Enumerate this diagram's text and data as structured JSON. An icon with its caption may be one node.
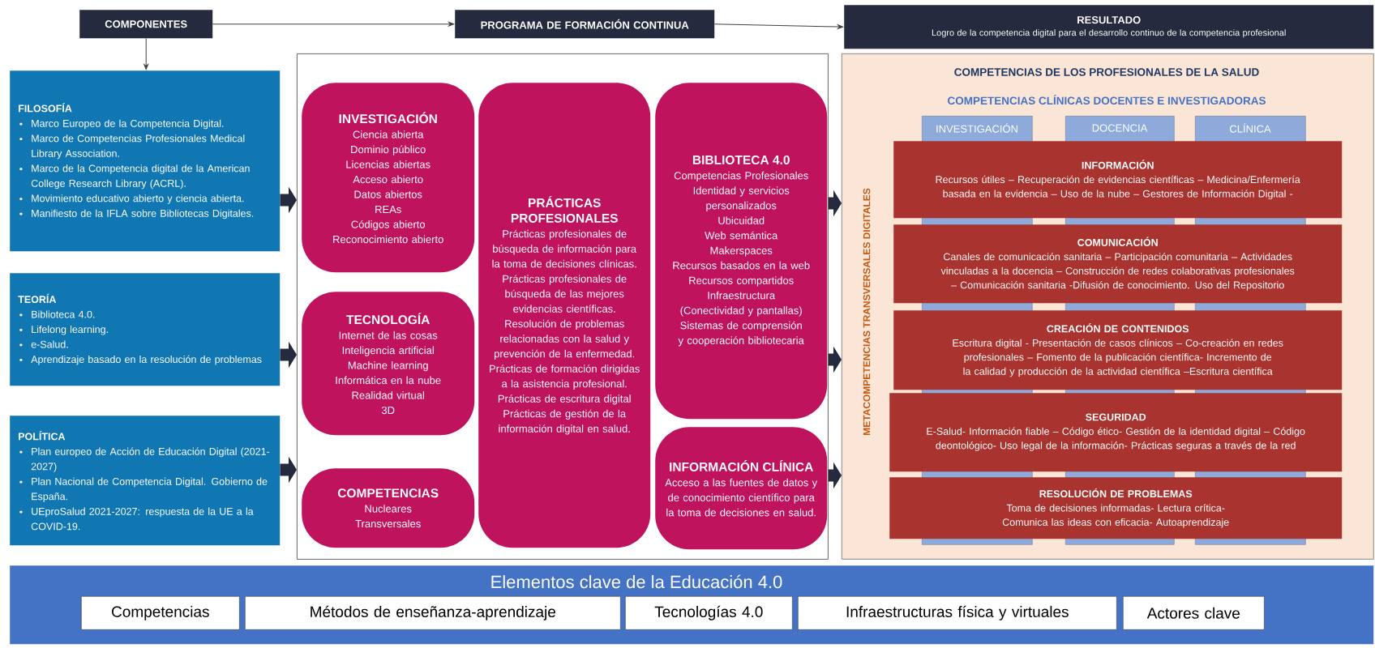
{
  "diagram": {
    "nodes": [
      {
        "text": [
          "COMPONENTES"
        ]
      },
      {
        "text": [
          "PROGRAMA DE FORMACIÓN CONTINUA"
        ]
      },
      {
        "text": [
          "RESULTADO",
          "Logro de la competencia digital para el desarrollo continuo de la competencia profesional"
        ]
      },
      {
        "text": [
          "FILOSOFÍA",
          "Marco Europeo de la Competencia Digital.",
          "Marco de Competencias Profesionales Medical Library Association.",
          "Marco de la Competencia digital de la American College Research Library (ACRL).",
          "Movimiento educativo abierto y ciencia abierta.",
          "Manifiesto de la IFLA sobre Bibliotecas Digitales."
        ]
      },
      {
        "text": [
          "TEORÍA",
          "Biblioteca 4.0.",
          "Lifelong learning.",
          "e-Salud.",
          "Aprendizaje basado en la resolución de problemas"
        ]
      },
      {
        "text": [
          "POLÍTICA",
          "Plan europeo de Acción de Educación Digital (2021-2027)",
          "Plan Nacional de Competencia Digital. Gobierno de España.",
          "UEproSalud 2021-2027: respuesta de la UE a la COVID-19."
        ]
      },
      {
        "text": [],
        "shape": "box"
      },
      {
        "text": [
          "INVESTIGACIÓN",
          "Ciencia abierta",
          "Dominio público",
          "Licencias abiertas",
          "Acceso abierto",
          "Datos abiertos",
          "REAs",
          "Códigos abierto",
          "Reconocimiento abierto"
        ],
        "in": 6
      },
      {
        "text": [
          "TECNOLOGÍA",
          "Internet de las cosas",
          "Inteligencia artificial",
          "Machine learning",
          "Informática en la nube",
          "Realidad virtual",
          "3D"
        ],
        "in": 6
      },
      {
        "text": [
          "COMPETENCIAS",
          "Nucleares",
          "Transversales"
        ],
        "in": 6
      },
      {
        "text": [
          "PRÁCTICAS PROFESIONALES",
          "Prácticas profesionales de búsqueda de información para la toma de decisiones clínicas.",
          "Prácticas profesionales de búsqueda de las mejores evidencias científicas.",
          "Resolución de problemas relacionadas con la salud y prevención de la enfermedad.",
          "Prácticas de formación dirigidas a la asistencia profesional.",
          "Prácticas de escritura digital",
          "Prácticas de gestión de la información digital en salud."
        ],
        "in": 6
      },
      {
        "text": [
          "BIBLIOTECA 4.0",
          "Competencias Profesionales",
          "Identidad y servicios personalizados",
          "Ubicuidad",
          "Web semántica",
          "Makerspaces",
          "Recursos basados en la web",
          "Recursos compartidos",
          "Infraestructura (Conectividad y pantallas)",
          "Sistemas de comprensión y cooperación bibliotecaria"
        ],
        "in": 6
      },
      {
        "text": [
          "INFORMACIÓN CLÍNICA",
          "Acceso a las fuentes de datos y de conocimiento científico para la toma de decisiones en salud."
        ],
        "in": 6
      },
      {
        "text": [
          "COMPETENCIAS DE LOS PROFESIONALES DE LA SALUD",
          "COMPETENCIAS CLÍNICAS DOCENTES E INVESTIGADORAS",
          "METACOMPETENCIAS TRANSVERSALES DIGITALES"
        ]
      },
      {
        "text": [
          "INVESTIGACIÓN"
        ],
        "in": 13
      },
      {
        "text": [
          "DOCENCIA"
        ],
        "in": 13
      },
      {
        "text": [
          "CLÍNICA"
        ],
        "in": 13
      },
      {
        "text": [
          "INFORMACIÓN",
          "Recursos útiles – Recuperación de evidencias científicas – Medicina/Enfermería basada en la evidencia – Uso de la nube – Gestores de Información Digital -"
        ],
        "in": 13
      },
      {
        "text": [
          "COMUNICACIÓN",
          "Canales de comunicación sanitaria – Participación comunitaria – Actividades vinculadas a la docencia – Construcción de redes colaborativas profesionales – Comunicación sanitaria -Difusión de conocimiento. Uso del Repositorio"
        ],
        "in": 13
      },
      {
        "text": [
          "CREACIÓN DE CONTENIDOS",
          "Escritura digital - Presentación de casos clínicos – Co-creación en redes profesionales – Fomento de la publicación científica- Incremento de la calidad y producción de la actividad científica –Escritura científica"
        ],
        "in": 13
      },
      {
        "text": [
          "SEGURIDAD",
          "E-Salud- Información fiable – Código ético- Gestión de la identidad digital – Código deontológico- Uso legal de la información- Prácticas seguras a través de la red"
        ],
        "in": 13
      },
      {
        "text": [
          "RESOLUCIÓN DE PROBLEMAS",
          "Toma de decisiones informadas- Lectura crítica- Comunica las ideas con eficacia- Autoaprendizaje"
        ],
        "in": 13
      },
      {
        "text": [
          "Elementos clave de la Educación 4.0"
        ]
      },
      {
        "text": [
          "Competencias"
        ],
        "in": 22
      },
      {
        "text": [
          "Métodos de enseñanza-aprendizaje"
        ],
        "in": 22
      },
      {
        "text": [
          "Tecnologías 4.0"
        ],
        "in": 22
      },
      {
        "text": [
          "Infraestructuras física y virtuales"
        ],
        "in": 22
      },
      {
        "text": [
          "Actores clave"
        ],
        "in": 22
      }
    ],
    "edges": [
      {
        "from": 0,
        "to": 1,
        "arrow": "to"
      },
      {
        "from": 1,
        "to": 2,
        "arrow": "to"
      },
      {
        "from": 0,
        "to": 3,
        "arrow": "to"
      },
      {
        "from": 3,
        "to": 6,
        "arrow": "to"
      },
      {
        "from": 4,
        "to": 6,
        "arrow": "to"
      },
      {
        "from": 5,
        "to": 6,
        "arrow": "to"
      },
      {
        "from": 6,
        "to": 13,
        "arrow": "to"
      },
      {
        "from": 6,
        "to": 13,
        "arrow": "to"
      },
      {
        "from": 6,
        "to": 13,
        "arrow": "to"
      }
    ]
  }
}
